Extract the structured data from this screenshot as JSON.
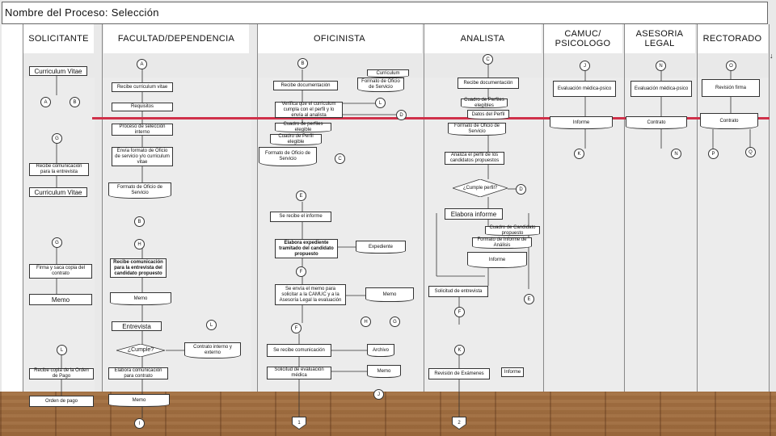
{
  "title": "Nombre del Proceso: Selección",
  "lanes": {
    "solicitante": "SOLICITANTE",
    "facultad": "FACULTAD/DEPENDENCIA",
    "oficinista": "OFICINISTA",
    "analista": "ANALISTA",
    "camuc": "CAMUC/ PSICOLOGO",
    "asesoria": "ASESORIA LEGAL",
    "rectorado": "RECTORADO"
  },
  "connectors": {
    "A": "A",
    "B": "B",
    "C": "C",
    "D": "D",
    "E": "E",
    "F": "F",
    "G": "G",
    "H": "H",
    "I": "I",
    "J": "J",
    "K": "K",
    "L": "L",
    "N": "N",
    "O": "O",
    "P": "P",
    "Q": "Q",
    "one": "1",
    "two": "2"
  },
  "solicitante": {
    "curriculum1": "Curriculum Vitae",
    "comunicacion": "Recibe comunicación para la entrevista",
    "curriculum2": "Curriculum Vitae",
    "firma": "Firma y saca copia del contrato",
    "memo": "Memo",
    "copia_orden": "Recibe copia de la Orden de Pago",
    "orden_pago": "Orden de pago"
  },
  "facultad": {
    "recibe_cv": "Recibe curriculum vitae",
    "requisitos": "Requisitos",
    "proceso": "Proceso de selección interno",
    "envia": "Envía formato de Oficio de servicio y/o curriculum vitae",
    "formato": "Formato de Oficio de Servicio",
    "comunicacion": "Recibe comunicación para la entrevista del candidato propuesto",
    "memo": "Memo",
    "entrevista": "Entrevista",
    "cumple": "¿Cumple?",
    "contrato": "Contrato interno y externo",
    "elabora": "Elabora comunicación para contrato",
    "memo2": "Memo"
  },
  "oficinista": {
    "curriculum": "Curriculum",
    "formato": "Formato de Oficio de Servicio",
    "recibe_doc": "Recibe documentación",
    "verifica": "Verifica que el curriculum cumpla con el perfil y lo envía al analista",
    "cuadro": "Cuadro de perfiles elegible",
    "datos": "Cuadro de Perfil elegible",
    "formato2": "Formato de Oficio de Servicio",
    "informe": "Se recibe el informe",
    "expediente_txt": "Elabora expediente tramitado del candidato propuesto",
    "expediente": "Expediente",
    "envia": "Se envía el memo para solicitar a la CAMUC y a la Asesoría Legal la evaluación",
    "memo": "Memo",
    "comunicacion": "Se recibe comunicación",
    "archivo": "Archivo",
    "solicitud": "Solicitud de evaluación médica",
    "memo2": "Memo"
  },
  "analista": {
    "recibe": "Recibe documentación",
    "cuadro": "Cuadro de Perfiles elegibles",
    "datos": "Datos del Perfil",
    "formato": "Formato de Oficio de Servicio",
    "analiza": "Analiza el perfil de los candidatos propuestos",
    "cumple": "¿Cumple perfil?",
    "elabora": "Elabora informe",
    "cuadro2": "Cuadro de Candidato propuesto",
    "formato2": "Formato de Informe de Análisis",
    "informe": "Informe",
    "solicitud": "Solicitud de entrevista",
    "revision": "Revisión de Exámenes",
    "informe2": "Informe"
  },
  "camuc": {
    "evaluacion": "Evaluación médica-psico",
    "informe": "Informe"
  },
  "asesoria": {
    "evaluacion": "Evaluación médica-psico",
    "contrato": "Contrato"
  },
  "rectorado": {
    "revision": "Revisión firma",
    "contrato": "Contrato"
  }
}
